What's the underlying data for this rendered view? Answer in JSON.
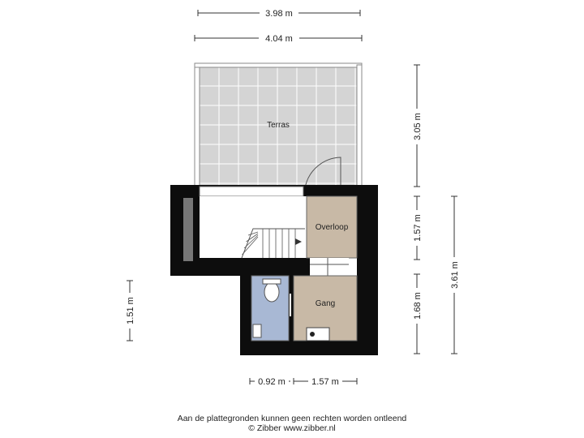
{
  "rooms": {
    "terras": "Terras",
    "overloop": "Overloop",
    "gang": "Gang"
  },
  "dimensions": {
    "top_outer": "3.98 m",
    "top_inner": "4.04 m",
    "right_terras": "3.05 m",
    "right_overloop": "1.57 m",
    "right_gang": "1.68 m",
    "right_total": "3.61 m",
    "left_bathroom": "1.51 m",
    "bottom_bathroom": "0.92 m",
    "bottom_gang": "1.57 m"
  },
  "footer": {
    "disclaimer": "Aan de plattegronden kunnen geen rechten worden ontleend",
    "copyright": "© Zibber www.zibber.nl"
  },
  "colors": {
    "wall": "#0d0d0d",
    "terras": "#d4d4d4",
    "overloop": "#c8b9a6",
    "gang": "#c8b9a6",
    "bathroom": "#a8b8d4",
    "grid": "#ffffff"
  }
}
